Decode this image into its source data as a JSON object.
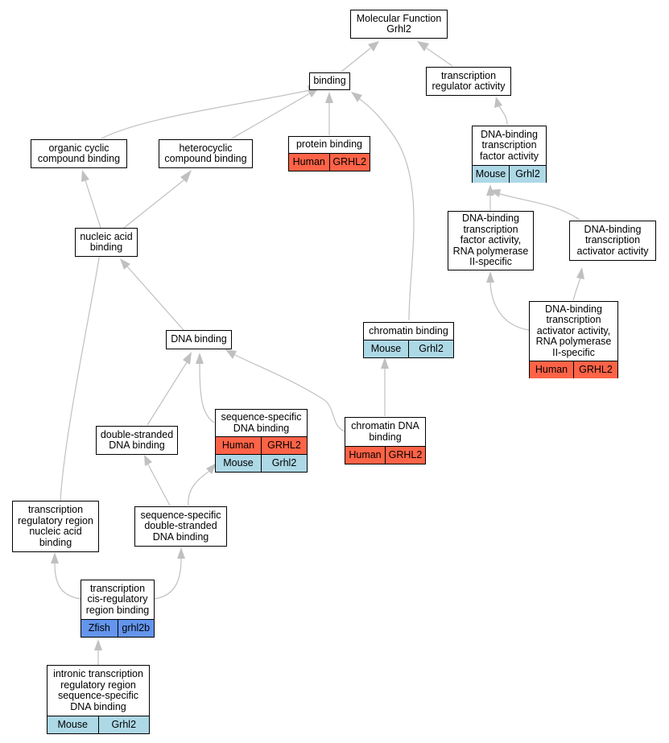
{
  "colors": {
    "human": "#ff6347",
    "mouse": "#add8e6",
    "zfish": "#6495ed",
    "edge": "#c0c0c0"
  },
  "nodes": {
    "mf": {
      "label": "Molecular Function\nGrhl2"
    },
    "binding": {
      "label": "binding"
    },
    "tra": {
      "label": "transcription\nregulator activity"
    },
    "ocb": {
      "label": "organic cyclic\ncompound binding"
    },
    "hcb": {
      "label": "heterocyclic\ncompound binding"
    },
    "pb": {
      "label": "protein binding",
      "species": [
        {
          "org": "Human",
          "gene": "GRHL2"
        }
      ]
    },
    "dbtfa": {
      "label": "DNA-binding\ntranscription\nfactor activity",
      "species": [
        {
          "org": "Mouse",
          "gene": "Grhl2"
        }
      ]
    },
    "dbtfa2": {
      "label": "DNA-binding\ntranscription\nfactor activity,\nRNA polymerase\nII-specific"
    },
    "dbtaa": {
      "label": "DNA-binding\ntranscription\nactivator activity"
    },
    "nab": {
      "label": "nucleic acid\nbinding"
    },
    "dbtaa2": {
      "label": "DNA-binding\ntranscription\nactivator activity,\nRNA polymerase\nII-specific",
      "species": [
        {
          "org": "Human",
          "gene": "GRHL2"
        }
      ]
    },
    "chb": {
      "label": "chromatin binding",
      "species": [
        {
          "org": "Mouse",
          "gene": "Grhl2"
        }
      ]
    },
    "dnab": {
      "label": "DNA binding"
    },
    "ssdb": {
      "label": "sequence-specific\nDNA binding",
      "species": [
        {
          "org": "Human",
          "gene": "GRHL2"
        },
        {
          "org": "Mouse",
          "gene": "Grhl2"
        }
      ]
    },
    "dsdb": {
      "label": "double-stranded\nDNA binding"
    },
    "cdb": {
      "label": "chromatin DNA\nbinding",
      "species": [
        {
          "org": "Human",
          "gene": "GRHL2"
        }
      ]
    },
    "trrnab": {
      "label": "transcription\nregulatory region\nnucleic acid\nbinding"
    },
    "ssdsdb": {
      "label": "sequence-specific\ndouble-stranded\nDNA binding"
    },
    "tcrrb": {
      "label": "transcription\ncis-regulatory\nregion binding",
      "species": [
        {
          "org": "Zfish",
          "gene": "grhl2b"
        }
      ]
    },
    "itrr": {
      "label": "intronic transcription\nregulatory region\nsequence-specific\nDNA binding",
      "species": [
        {
          "org": "Mouse",
          "gene": "Grhl2"
        }
      ]
    }
  }
}
